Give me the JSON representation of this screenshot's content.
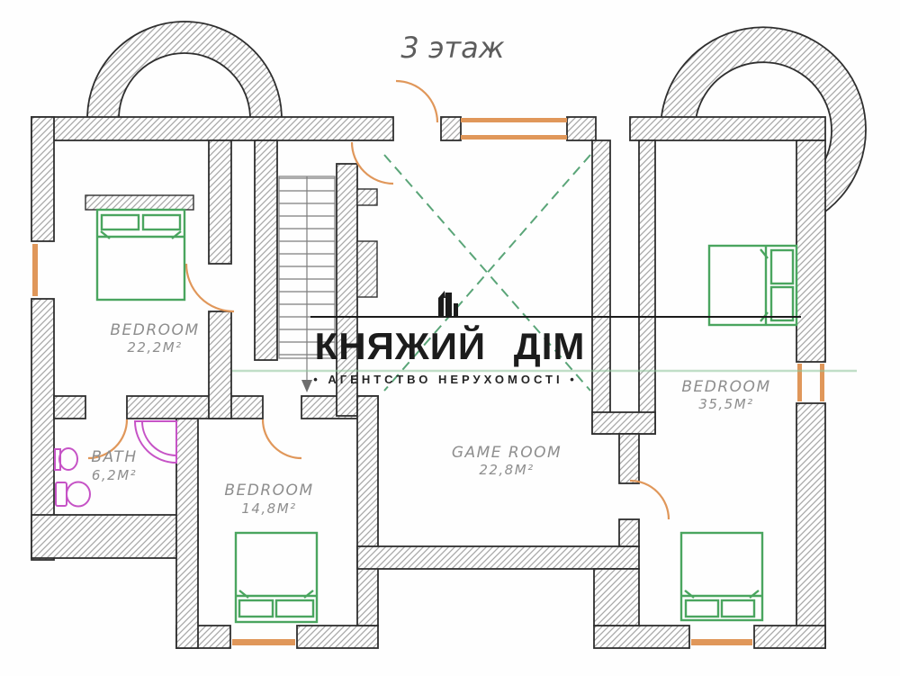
{
  "title": "3 этаж",
  "watermark": {
    "brand": "КНЯЖИЙ ДІМ",
    "subtitle": "• АГЕНТСТВО НЕРУХОМОСТІ •",
    "logo_icon": "building-icon"
  },
  "rooms": [
    {
      "name": "BEDROOM",
      "area": "22,2M²"
    },
    {
      "name": "BEDROOM",
      "area": "35,5M²"
    },
    {
      "name": "GAME ROOM",
      "area": "22,8M²"
    },
    {
      "name": "BATH",
      "area": "6,2M²"
    },
    {
      "name": "BEDROOM",
      "area": "14,8M²"
    }
  ],
  "colors": {
    "wall_outline": "#2f2f2f",
    "wall_hatch": "#a8a8a8",
    "furniture_green": "#4aa55f",
    "door_window_orange": "#e0975a",
    "bath_fixture_magenta": "#c653c6",
    "label_gray": "#8e8e8e",
    "watermark_black": "#1c1c1c",
    "ceiling_marker_green": "#5aa578"
  }
}
